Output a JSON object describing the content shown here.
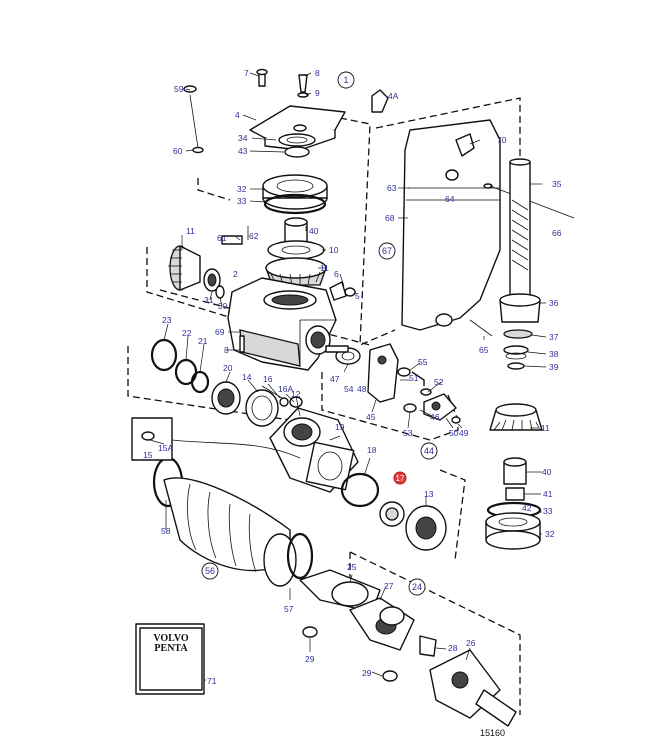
{
  "drawing_code": "15160",
  "brand_lines": [
    "VOLVO",
    "PENTA"
  ],
  "accent_colors": {
    "label": "#2f2f9a",
    "highlight": "#e23b3b"
  },
  "callouts": {
    "c1": "1",
    "c67": "67",
    "c44": "44",
    "c24": "24",
    "c56": "56",
    "c17": "17"
  },
  "labels": {
    "l7": "7",
    "l8": "8",
    "l9": "9",
    "l59": "59",
    "l4": "4",
    "l4A": "4A",
    "l34": "34",
    "l43": "43",
    "l60": "60",
    "l70": "70",
    "l35": "35",
    "l32a": "32",
    "l33a": "33",
    "l63": "63",
    "l64": "64",
    "l66": "66",
    "l68": "68",
    "l40a": "40",
    "l62": "62",
    "l61": "61",
    "l10": "10",
    "l11a": "11",
    "l2": "2",
    "l31": "31",
    "l30": "30",
    "l6": "6",
    "l5": "5",
    "l36": "36",
    "l37": "37",
    "l38": "38",
    "l39": "39",
    "l65": "65",
    "l69": "69",
    "l3": "3",
    "l23": "23",
    "l22": "22",
    "l21": "21",
    "l20": "20",
    "l14": "14",
    "l16": "16",
    "l16A": "16A",
    "l12": "12",
    "l47": "47",
    "l54": "54",
    "l48": "48",
    "l55": "55",
    "l51": "51",
    "l52": "52",
    "l45": "45",
    "l46": "46",
    "l53": "53",
    "l50": "50",
    "l49": "49",
    "l11b": "11",
    "l40b": "40",
    "l41": "41",
    "l42": "42",
    "l33b": "33",
    "l32b": "32",
    "l19": "19",
    "l18": "18",
    "l13": "13",
    "l15": "15",
    "l15A": "15A",
    "l58": "58",
    "l25": "25",
    "l27": "27",
    "l57": "57",
    "l29a": "29",
    "l28": "28",
    "l26": "26",
    "l29b": "29",
    "l71": "71"
  }
}
